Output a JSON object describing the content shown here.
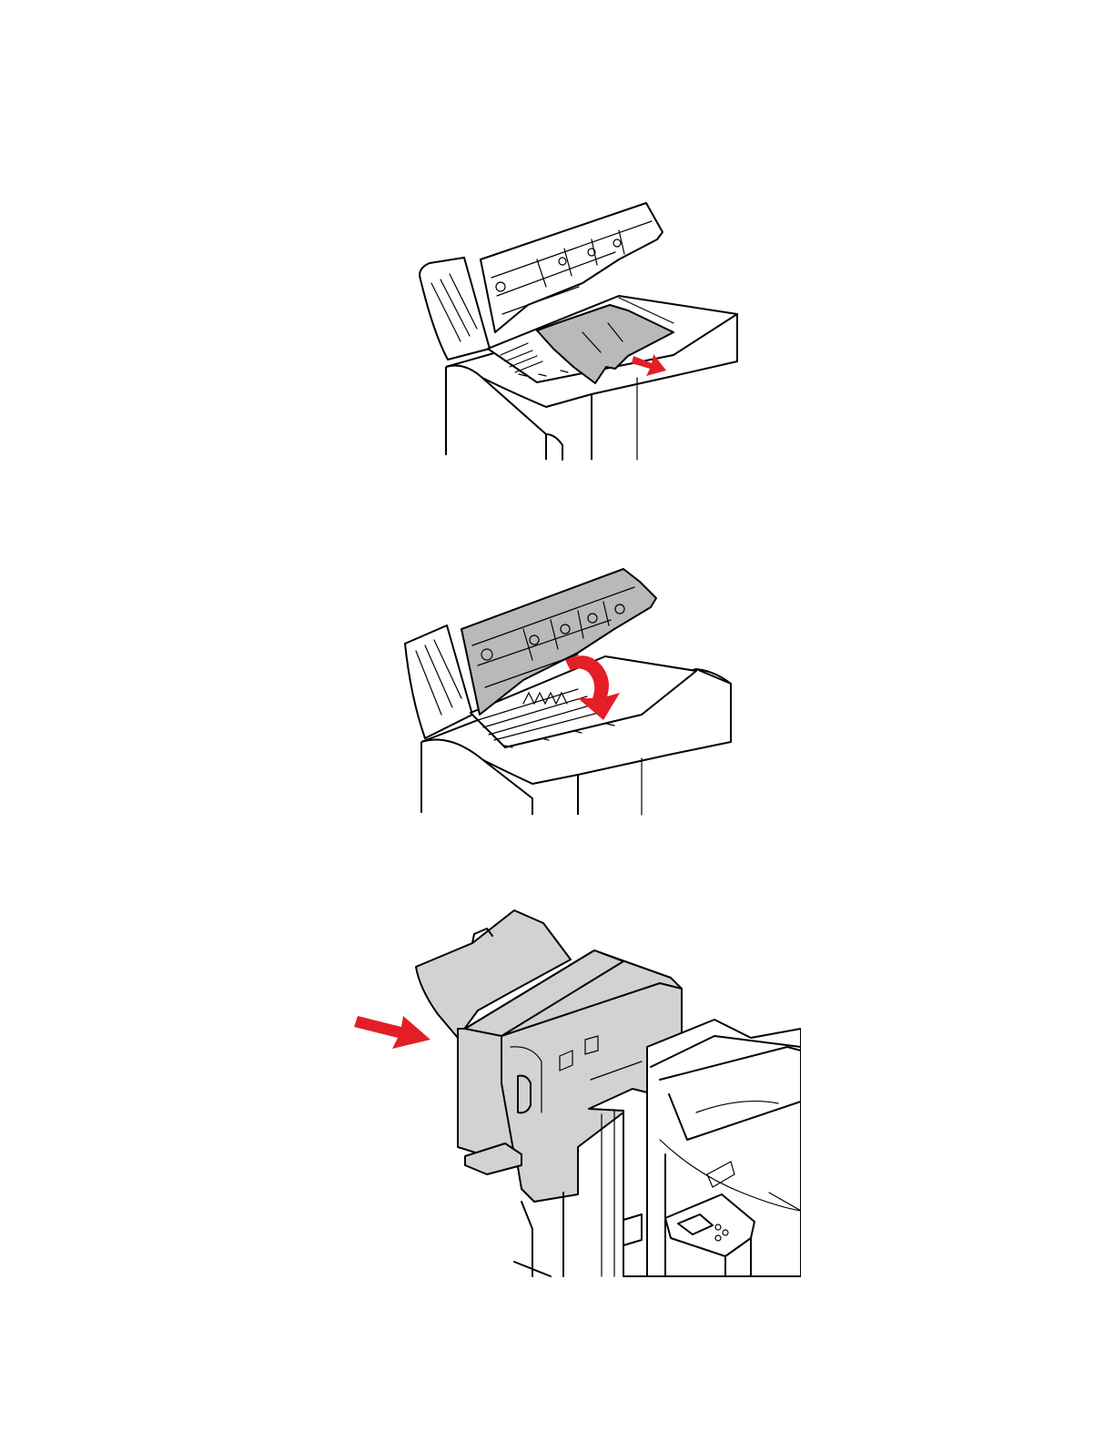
{
  "page": {
    "background": "#ffffff"
  },
  "figures": [
    {
      "id": "remove-jammed-paper",
      "icon": "printer-finisher-top-cover-open-with-jammed-sheet",
      "arrow_color": "#e41e26"
    },
    {
      "id": "close-top-cover",
      "icon": "printer-finisher-top-cover-closing",
      "arrow_color": "#e41e26"
    },
    {
      "id": "push-finisher-to-printer",
      "icon": "finisher-docking-to-printer",
      "arrow_color": "#e41e26"
    }
  ],
  "colors": {
    "arrow": "#e41e26",
    "shaded_part": "#b9b9b9",
    "light_shade": "#d2d2d2",
    "line": "#000000"
  }
}
